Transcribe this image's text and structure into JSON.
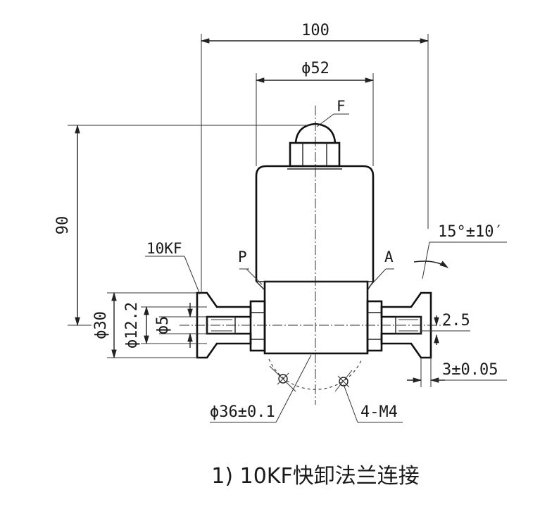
{
  "dimensions": {
    "overall_width": "100",
    "body_diameter": "ϕ52",
    "height": "90",
    "flange_diameter": "ϕ30",
    "bore_diameter": "ϕ12.2",
    "inner_diameter": "ϕ5",
    "bolt_circle": "ϕ36±0.1",
    "bolts": "4-M4",
    "taper_angle": "15°±10′",
    "groove_depth": "2.5",
    "flange_thickness": "3±0.05"
  },
  "labels": {
    "flange_type": "10KF",
    "fitting": "F",
    "port_p": "P",
    "port_a": "A"
  },
  "caption": "1) 10KF快卸法兰连接"
}
